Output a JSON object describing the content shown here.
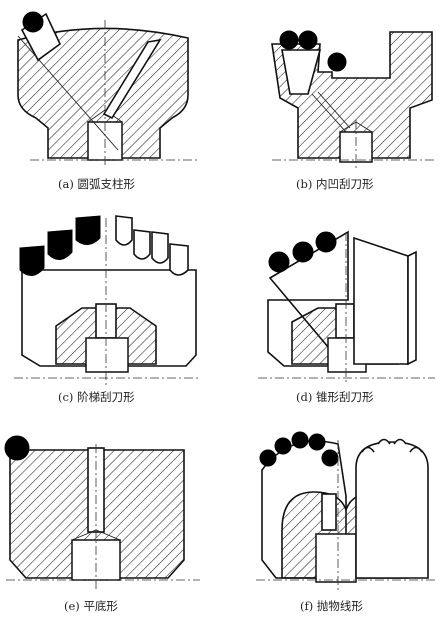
{
  "panels": [
    {
      "id": "a",
      "label": "(a)",
      "name": "圆弧支柱形"
    },
    {
      "id": "b",
      "label": "(b)",
      "name": "内凹刮刀形"
    },
    {
      "id": "c",
      "label": "(c)",
      "name": "阶梯刮刀形"
    },
    {
      "id": "d",
      "label": "(d)",
      "name": "锥形刮刀形"
    },
    {
      "id": "e",
      "label": "(e)",
      "name": "平底形"
    },
    {
      "id": "f",
      "label": "(f)",
      "name": "抛物线形"
    }
  ]
}
